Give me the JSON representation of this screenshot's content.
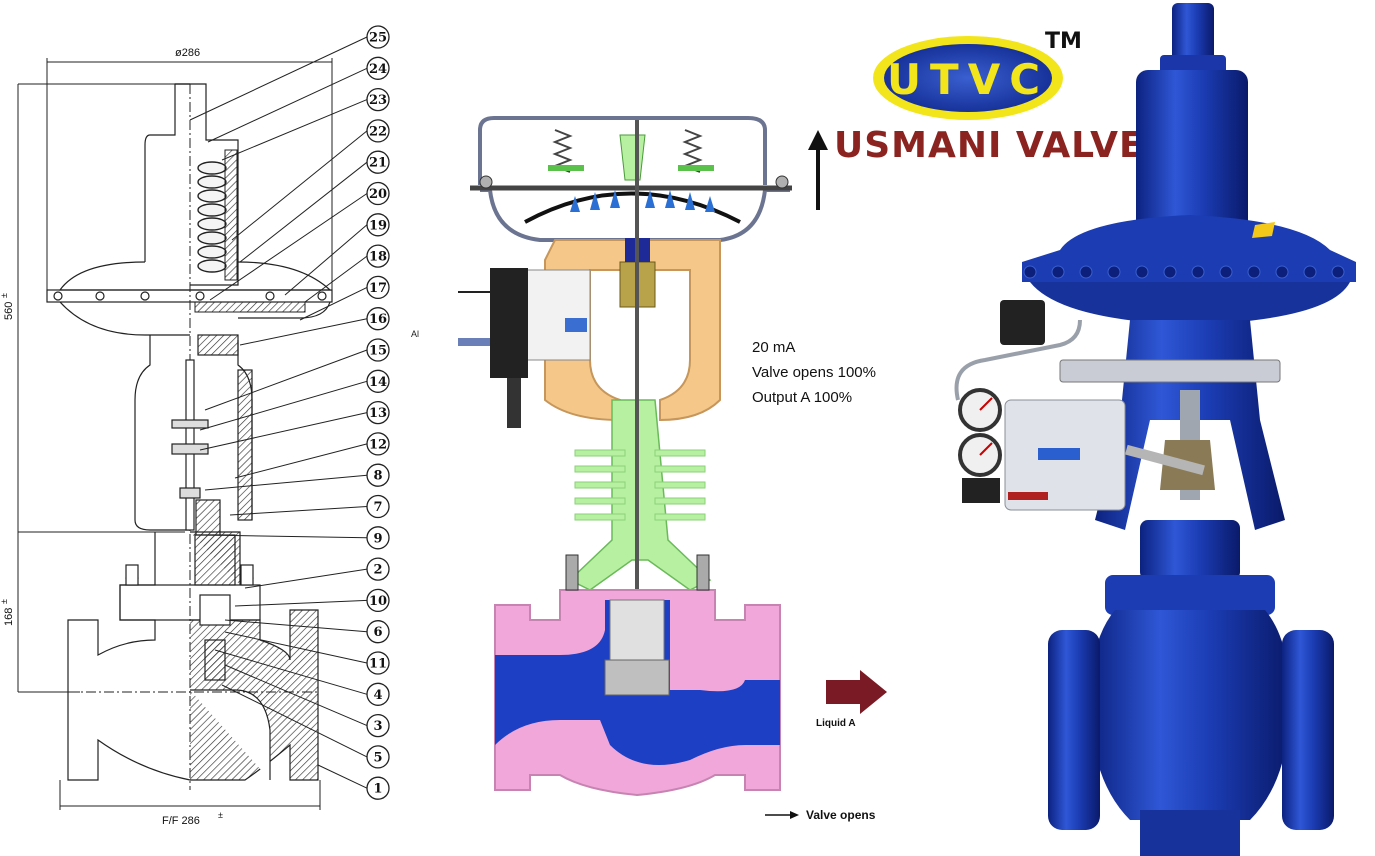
{
  "drawing": {
    "top_dim": "ø286",
    "height_dim": "560",
    "height_sup": "±",
    "lower_dim": "168",
    "lower_sup": "±",
    "ff_dim": "F/F 286",
    "ff_sup": "±",
    "stray_label": "Al",
    "callouts": [
      "25",
      "24",
      "23",
      "22",
      "21",
      "20",
      "19",
      "18",
      "17",
      "16",
      "15",
      "14",
      "13",
      "12",
      "8",
      "7",
      "9",
      "2",
      "10",
      "6",
      "11",
      "4",
      "3",
      "5",
      "1"
    ]
  },
  "animation": {
    "signal_line1": "20  mA",
    "signal_line2": "Valve opens 100%",
    "signal_line3": "Output A 100%",
    "flow_label": "Liquid A",
    "valve_label": "Valve opens"
  },
  "brand": {
    "logo_text": "UTVC",
    "trademark": "TM",
    "name": "USMANI VALVES"
  },
  "colors": {
    "valve_blue": "#1c3fae",
    "logo_yellow": "#f3e51b",
    "logo_blue": "#1f3fa6",
    "brand_red": "#8b2420",
    "body_pink": "#f1a7d9",
    "flow_blue": "#1d3fc4",
    "yoke_green": "#b8f0a2",
    "bonnet_orange": "#f5c88a"
  }
}
